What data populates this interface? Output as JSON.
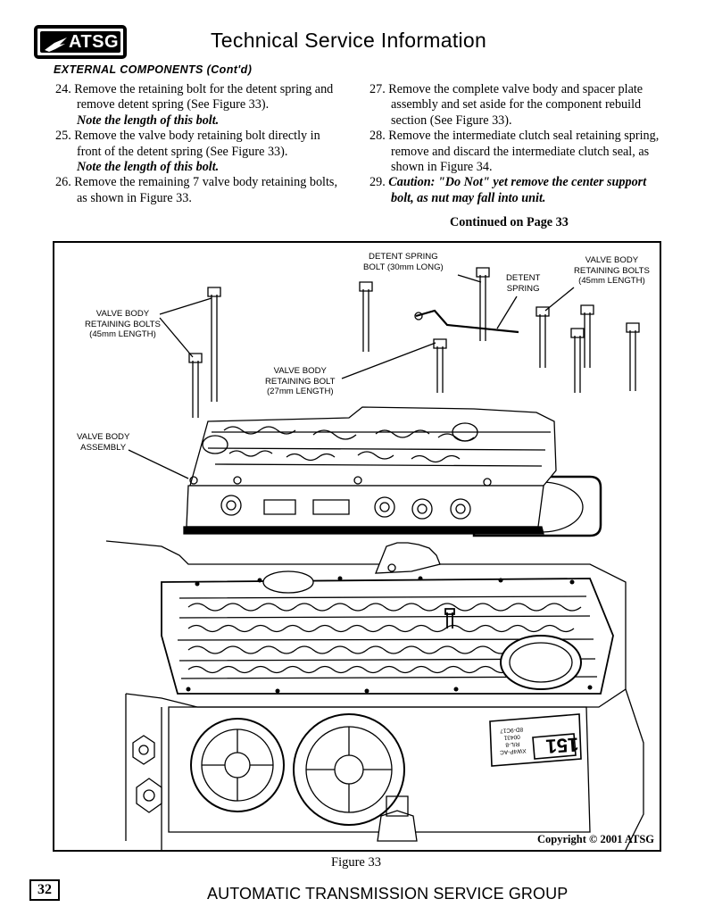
{
  "header": {
    "logo_text": "ATSG",
    "title": "Technical Service Information"
  },
  "section_title": "EXTERNAL COMPONENTS (Cont'd)",
  "steps_left": [
    {
      "text": "24. Remove the retaining bolt for the detent spring and remove detent spring (See Figure 33).",
      "note": "Note the length of this bolt."
    },
    {
      "text": "25. Remove the valve body retaining bolt directly in front of the detent spring (See Figure 33).",
      "note": "Note the length of this bolt."
    },
    {
      "text": "26. Remove the remaining 7 valve body retaining bolts, as shown in Figure 33."
    }
  ],
  "steps_right": [
    {
      "text": "27. Remove the complete valve body and spacer plate assembly and set aside for the component rebuild section (See Figure 33)."
    },
    {
      "text": "28. Remove the intermediate clutch seal retaining spring, remove and discard the intermediate clutch seal, as shown in Figure 34."
    },
    {
      "number": "29.",
      "caution": "Caution: \"Do Not\" yet remove the center support bolt, as nut may fall into unit."
    }
  ],
  "continued": "Continued on Page 33",
  "figure": {
    "labels": {
      "detent_spring_bolt": [
        "DETENT SPRING",
        "BOLT (30mm LONG)"
      ],
      "detent_spring": [
        "DETENT",
        "SPRING"
      ],
      "vb_bolts_right": [
        "VALVE BODY",
        "RETAINING BOLTS",
        "(45mm LENGTH)"
      ],
      "vb_bolts_left": [
        "VALVE BODY",
        "RETAINING BOLTS",
        "(45mm LENGTH)"
      ],
      "vb_bolt_27": [
        "VALVE BODY",
        "RETAINING BOLT",
        "(27mm LENGTH)"
      ],
      "vb_assembly": [
        "VALVE BODY",
        "ASSEMBLY"
      ]
    },
    "case_tag": {
      "big_number": "151",
      "lines": [
        "XW4P-AC",
        "R/L-8",
        "00431",
        "8D-9C17"
      ]
    },
    "copyright": "Copyright © 2001 ATSG",
    "caption": "Figure 33"
  },
  "footer": {
    "page_number": "32",
    "org": "AUTOMATIC TRANSMISSION SERVICE GROUP"
  }
}
